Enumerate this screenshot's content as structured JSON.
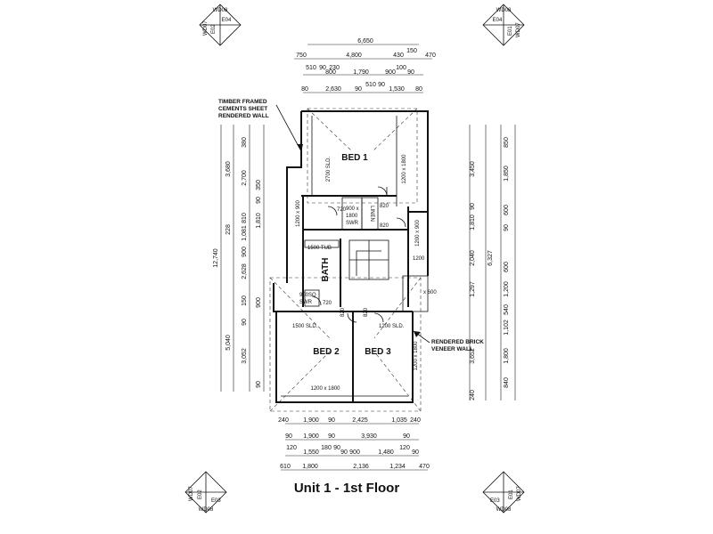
{
  "title": "Unit 1 - 1st Floor",
  "rooms": {
    "bed1": "BED 1",
    "bed2": "BED 2",
    "bed3": "BED 3",
    "bath": "BATH"
  },
  "notes": {
    "timber_1": "TIMBER FRAMED",
    "timber_2": "CEMENTS SHEET",
    "timber_3": "RENDERED WALL",
    "brick_1": "RENDERED BRICK",
    "brick_2": "VENEER WALL"
  },
  "labels": {
    "sld_2700": "2700 SLD.",
    "win_1200x1800": "1200 x 1800",
    "win_1200x900_l": "1200 x 900",
    "swr_900a": "900 x",
    "swr_900b": "1800",
    "swr_900c": "SWR",
    "linen": "LINEN",
    "tub": "1500 TUB",
    "swr_sq_a": "900SQ",
    "swr_sq_b": "SWR",
    "sld_1500": "1500 SLD.",
    "sld_1200": "1200 SLD.",
    "win_bottom": "1200 x 1800",
    "win_bed3": "1200 x 1800",
    "d720a": "720",
    "d820a": "820",
    "d820b": "820",
    "d720b": "720",
    "d820c": "820",
    "d820d": "820",
    "win_r1": "1200 x 900",
    "win_r2": "1200",
    "win_r3": "x 600"
  },
  "top_dims": {
    "row1": [
      "6,650"
    ],
    "row2": [
      "750",
      "4,800",
      "430",
      "150",
      "470"
    ],
    "row3": [
      "510",
      "90",
      "230",
      "1,790",
      "100",
      "90",
      "800",
      "900"
    ],
    "row4": [
      "80",
      "2,630",
      "90",
      "510",
      "90",
      "1,530",
      "80"
    ]
  },
  "left_dims": {
    "overall": "12,740",
    "col_a": [
      "5,040",
      "228",
      "3,680"
    ],
    "col_b": [
      "3,052",
      "90",
      "150",
      "2,628",
      "900",
      "1,081",
      "810",
      "2,700",
      "380"
    ],
    "col_c": [
      "90",
      "1,810",
      "90",
      "900",
      "350"
    ]
  },
  "right_dims": {
    "overall": "6,327",
    "col_a": [
      "3,450",
      "90",
      "1,810",
      "2,040",
      "1,297",
      "3,652",
      "240"
    ],
    "col_b": [
      "850",
      "1,850",
      "600",
      "90",
      "1,200",
      "540",
      "600",
      "1,102",
      "1,800",
      "840"
    ]
  },
  "bottom_dims": {
    "row1": [
      "240",
      "1,900",
      "90",
      "2,425",
      "1,035",
      "240"
    ],
    "row2": [
      "90",
      "1,900",
      "90",
      "3,930",
      "90"
    ],
    "row3": [
      "120",
      "1,550",
      "180",
      "90",
      "90",
      "900",
      "1,480",
      "120",
      "90"
    ],
    "row4": [
      "610",
      "1,800",
      "2,136",
      "1,234",
      "470"
    ]
  },
  "sections": {
    "tl": [
      "WD08",
      "E04",
      "WD07",
      "E02"
    ],
    "tr": [
      "WD08",
      "E04",
      "E01",
      "WD07"
    ],
    "bl": [
      "WD07",
      "E02",
      "E03",
      "WD08"
    ],
    "br": [
      "E01",
      "WD07",
      "E03",
      "WD08"
    ]
  }
}
